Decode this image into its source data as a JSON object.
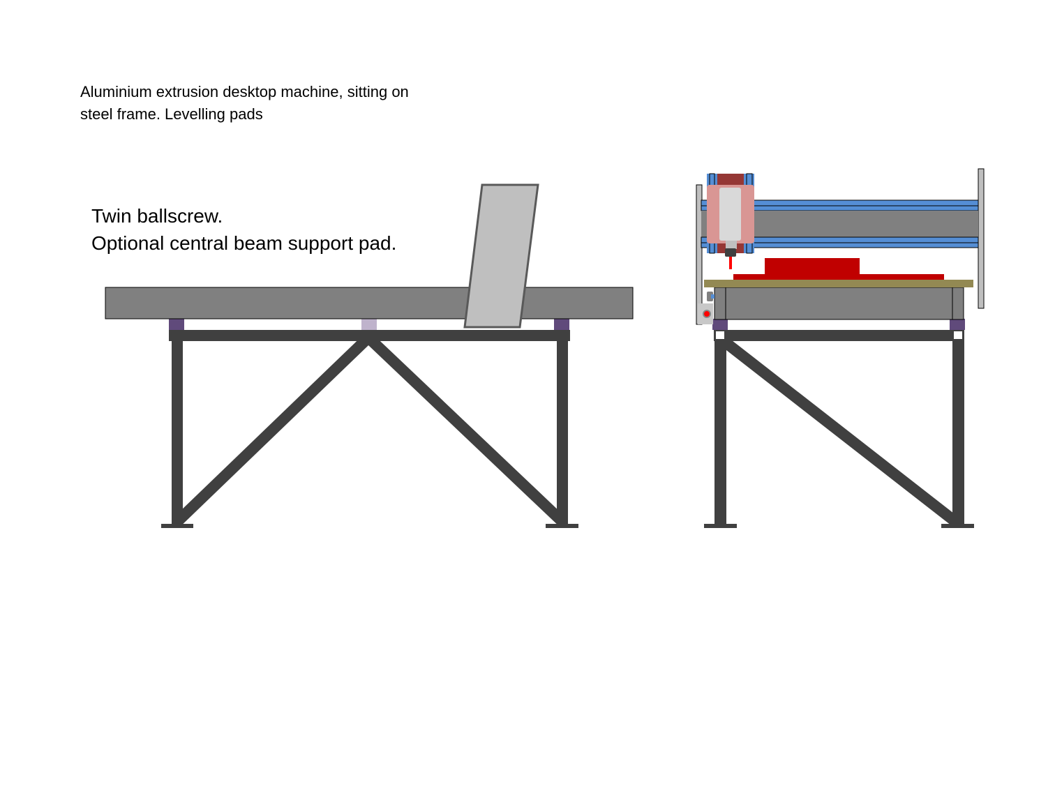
{
  "caption_top": {
    "line1": "Aluminium extrusion desktop machine, sitting on",
    "line2": "steel frame. Levelling pads"
  },
  "caption_side": {
    "line1": "Twin ballscrew.",
    "line2": "Optional central beam support pad."
  },
  "colors": {
    "frame_steel": "#404040",
    "beam": "#808080",
    "pad": "#604a7b",
    "pad_optional": "#bfb3cc",
    "plate": "#bfbfbf",
    "rail": "#558ed5",
    "spindle_body": "#d99694",
    "workpiece": "#c00000",
    "bed": "#938953"
  }
}
